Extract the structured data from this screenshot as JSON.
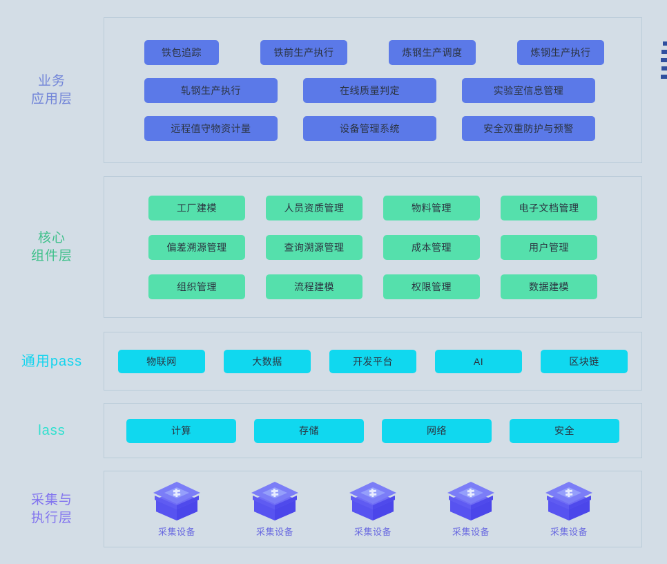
{
  "colors": {
    "background": "#d3dde6",
    "panel_border": "#b9cbd8",
    "business_chip": "#5b79e8",
    "core_chip": "#55e0ac",
    "paas_chip": "#10d8ef",
    "iaas_chip": "#10d8ef",
    "business_label": "#7184d8",
    "core_label": "#3ec08a",
    "paas_label": "#14d4ee",
    "iaas_label": "#2fe0cf",
    "collect_label": "#8274ef",
    "device_caption": "#6a6ae0",
    "chip_text": "#2b3340"
  },
  "layers": {
    "business": {
      "label": "业务\n应用层",
      "rows": [
        [
          "铁包追踪",
          "铁前生产执行",
          "炼钢生产调度",
          "炼钢生产执行"
        ],
        [
          "轧钢生产执行",
          "在线质量判定",
          "实验室信息管理"
        ],
        [
          "远程值守物资计量",
          "设备管理系统",
          "安全双重防护与预警"
        ]
      ]
    },
    "core": {
      "label": "核心\n组件层",
      "items": [
        "工厂建模",
        "人员资质管理",
        "物料管理",
        "电子文档管理",
        "偏差溯源管理",
        "查询溯源管理",
        "成本管理",
        "用户管理",
        "组织管理",
        "流程建模",
        "权限管理",
        "数据建模"
      ]
    },
    "paas": {
      "label": "通用pass",
      "items": [
        "物联网",
        "大数据",
        "开发平台",
        "AI",
        "区块链"
      ]
    },
    "iaas": {
      "label": "lass",
      "items": [
        "计算",
        "存储",
        "网络",
        "安全"
      ]
    },
    "collection": {
      "label": "采集与\n执行层",
      "devices": [
        {
          "icon": "device-cube-icon",
          "caption": "采集设备"
        },
        {
          "icon": "device-cube-icon",
          "caption": "采集设备"
        },
        {
          "icon": "device-cube-icon",
          "caption": "采集设备"
        },
        {
          "icon": "device-cube-icon",
          "caption": "采集设备"
        },
        {
          "icon": "device-cube-icon",
          "caption": "采集设备"
        }
      ]
    }
  },
  "decoration": {
    "name": "right-edge-dots",
    "count": 5
  }
}
